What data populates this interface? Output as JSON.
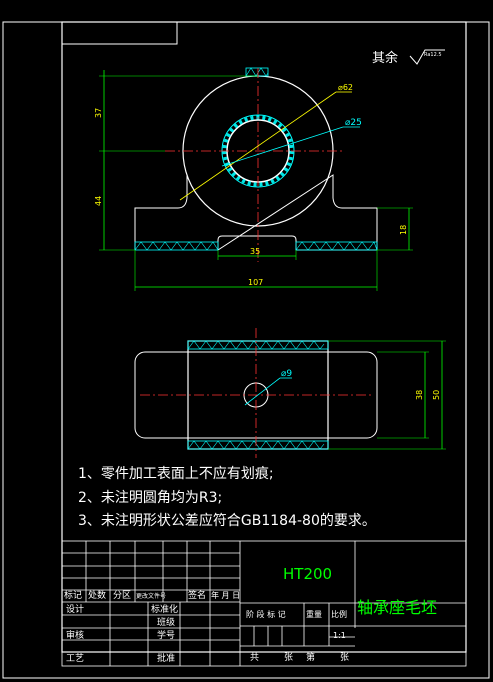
{
  "drawing": {
    "roughness_label": "其余",
    "roughness_value": "Ra12.5",
    "front_view": {
      "dims": {
        "h_upper": "37",
        "h_lower": "44",
        "dia_outer": "⌀62",
        "dia_inner": "⌀25",
        "h_base": "18",
        "w_slot": "35",
        "w_total": "107"
      }
    },
    "top_view": {
      "dims": {
        "hole": "⌀9",
        "w_inner": "38",
        "w_outer": "50"
      }
    },
    "notes": [
      "1、零件加工表面上不应有划痕;",
      "2、未注明圆角均为R3;",
      "3、未注明形状公差应符合GB1184-80的要求。"
    ]
  },
  "title_block": {
    "material": "HT200",
    "part_name": "轴承座毛坯",
    "row_labels": [
      "标记",
      "处数",
      "分区",
      "更改文件号",
      "签名",
      "年 月 日"
    ],
    "design": "设计",
    "standardize": "标准化",
    "class": "班级",
    "review": "审核",
    "student_id": "学号",
    "process": "工艺",
    "approve": "批准",
    "stage_headers": [
      "阶 段 标 记",
      "重量",
      "比例"
    ],
    "scale": "1:1",
    "sheet_total": "共",
    "sheet_unit": "张",
    "sheet_no": "第",
    "sheet_unit2": "张"
  }
}
